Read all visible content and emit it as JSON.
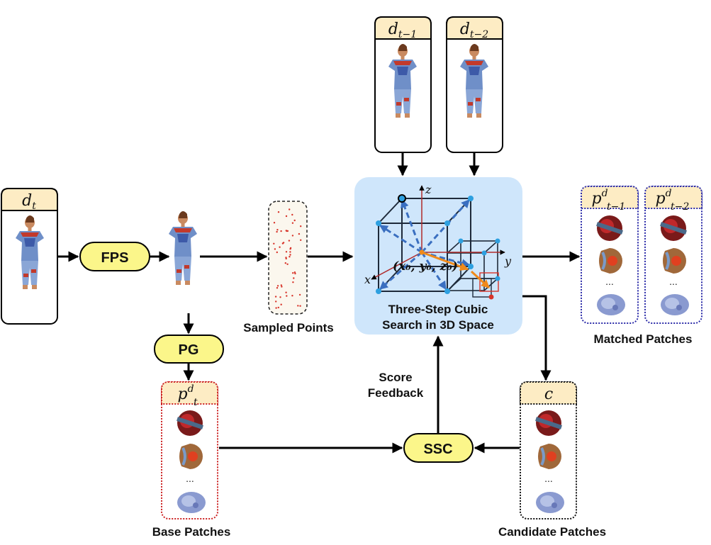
{
  "frames": {
    "current": {
      "var": "d",
      "sub": "t"
    },
    "prev1": {
      "var": "d",
      "sub": "t−1"
    },
    "prev2": {
      "var": "d",
      "sub": "t−2"
    }
  },
  "ops": {
    "fps": "FPS",
    "pg": "PG",
    "ssc": "SSC"
  },
  "labels": {
    "sampled_points": "Sampled Points",
    "search_line1": "Three-Step Cubic",
    "search_line2": "Search in 3D Space",
    "score_line1": "Score",
    "score_line2": "Feedback",
    "base_patches": "Base Patches",
    "candidate_patches": "Candidate Patches",
    "matched_patches": "Matched Patches",
    "ellipsis": "..."
  },
  "patch_headers": {
    "base": {
      "var": "p",
      "sup": "d",
      "sub": "t"
    },
    "candidate": {
      "var": "c"
    },
    "matched1": {
      "var": "p",
      "sup": "d",
      "sub": "t−1"
    },
    "matched2": {
      "var": "p",
      "sup": "d",
      "sub": "t−2"
    }
  },
  "axes": {
    "x": "x",
    "y": "y",
    "z": "z",
    "origin": "(x₀, y₀, z₀)"
  },
  "colors": {
    "header_fill": "#fdecc4",
    "op_fill": "#fbf68a",
    "search_bg": "#cfe6fb",
    "base_border": "#cc2222",
    "matched_border": "#2a2aa8",
    "candidate_border": "#111111",
    "point_color": "#d8342a"
  }
}
